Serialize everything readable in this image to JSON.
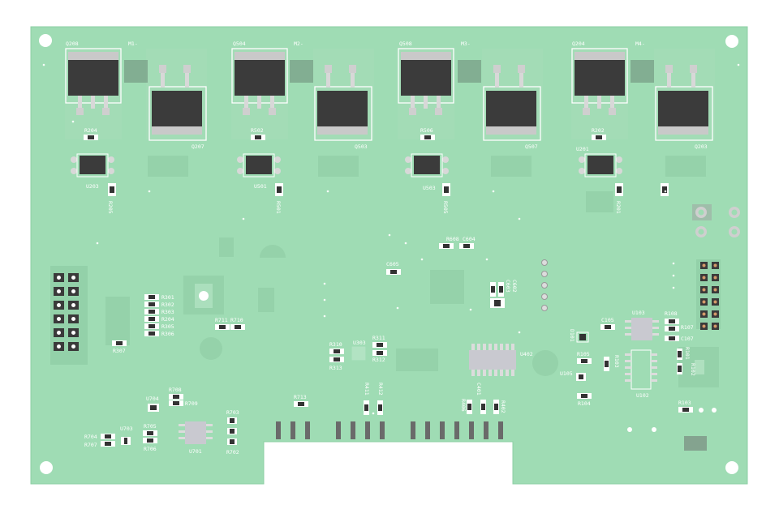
{
  "colors": {
    "pcb": "#9fdcb4",
    "pcb_edge": "#8ecfa4",
    "silk": "#ffffff",
    "chip_dark": "#3a3a3a",
    "chip_light": "#c9c9d0",
    "pad_metal": "#d8d8d8",
    "hole": "#ffffff"
  },
  "labels": {
    "motors": [
      {
        "q_top": "Q208",
        "m": "M1-",
        "q_bottom": "Q207",
        "r": "R204",
        "u": "U203",
        "r_side": "R205"
      },
      {
        "q_top": "Q504",
        "m": "M2-",
        "q_bottom": "Q503",
        "r": "R502",
        "u": "U501",
        "r_side": "R501"
      },
      {
        "q_top": "Q508",
        "m": "M3-",
        "q_bottom": "Q507",
        "r": "R506",
        "u": "U503",
        "r_side": "R505"
      },
      {
        "q_top": "Q204",
        "m": "M4-",
        "q_bottom": "Q203",
        "r": "R202",
        "u": "U201",
        "r_side": "R201"
      }
    ],
    "r_col_left": [
      "R301",
      "R302",
      "R303",
      "R204",
      "R305",
      "R306"
    ],
    "r307": "R307",
    "r711": "R711",
    "r710": "R710",
    "r608": "R608",
    "c604": "C604",
    "c605": "C605",
    "c603": "C603",
    "c602": "C602",
    "r310": "R310",
    "u303": "U303",
    "r311": "R311",
    "r312": "R312",
    "r313": "R313",
    "r411": "R411",
    "r412": "R412",
    "r713": "R713",
    "r708": "R708",
    "r709": "R709",
    "u704": "U704",
    "r703": "R703",
    "r702": "R702",
    "u703": "U703",
    "r705": "R705",
    "r706": "R706",
    "r704": "R704",
    "r707": "R707",
    "u701": "U701",
    "u402": "U402",
    "r406": "R406",
    "r402": "R402",
    "c401": "C401",
    "r105": "R105",
    "u105": "U105",
    "r104": "R104",
    "d101": "D101",
    "c105": "C105",
    "u103": "U103",
    "r108": "R108",
    "r107": "R107",
    "c107": "C107",
    "r101": "R101",
    "r102": "R102",
    "r103": "R103",
    "u102": "U102",
    "r103b": "R103"
  }
}
